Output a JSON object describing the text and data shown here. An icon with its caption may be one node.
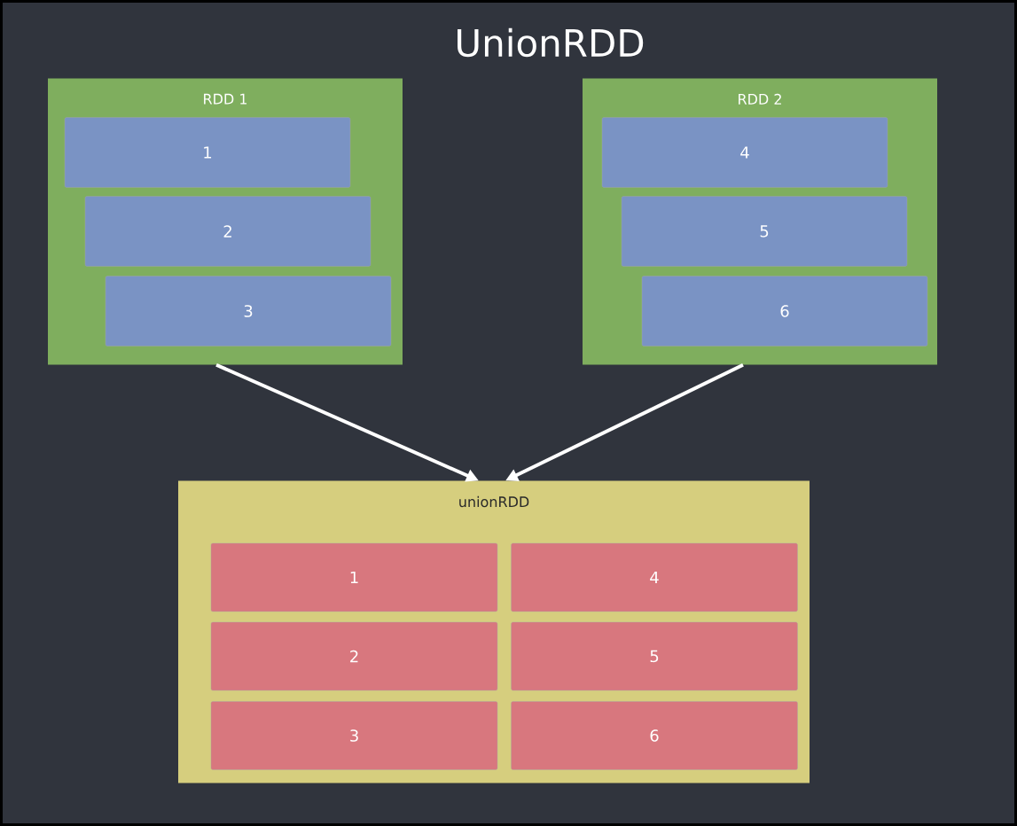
{
  "diagram": {
    "title": "UnionRDD",
    "nodes": [
      {
        "text": [
          "RDD 1"
        ]
      },
      {
        "text": [
          "1"
        ],
        "in": 0
      },
      {
        "text": [
          "2"
        ],
        "in": 0
      },
      {
        "text": [
          "3"
        ],
        "in": 0
      },
      {
        "text": [
          "RDD 2"
        ]
      },
      {
        "text": [
          "4"
        ],
        "in": 4
      },
      {
        "text": [
          "5"
        ],
        "in": 4
      },
      {
        "text": [
          "6"
        ],
        "in": 4
      },
      {
        "text": [
          "unionRDD"
        ]
      },
      {
        "text": [
          "1"
        ],
        "in": 8
      },
      {
        "text": [
          "4"
        ],
        "in": 8
      },
      {
        "text": [
          "2"
        ],
        "in": 8
      },
      {
        "text": [
          "5"
        ],
        "in": 8
      },
      {
        "text": [
          "3"
        ],
        "in": 8
      },
      {
        "text": [
          "6"
        ],
        "in": 8
      }
    ],
    "edges": [
      {
        "from": 0,
        "to": 8,
        "arrow": "to"
      },
      {
        "from": 4,
        "to": 8,
        "arrow": "to"
      }
    ]
  }
}
